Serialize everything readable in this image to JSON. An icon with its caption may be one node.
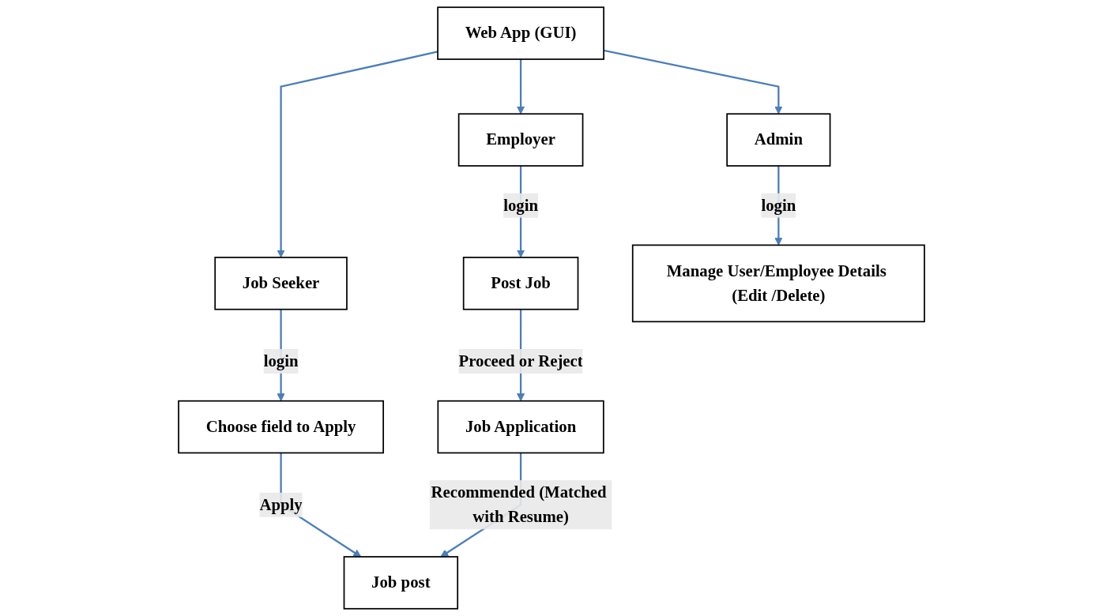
{
  "diagram": {
    "nodes": [
      {
        "text": [
          "Web App (GUI)"
        ]
      },
      {
        "text": [
          "Job Seeker"
        ]
      },
      {
        "text": [
          "Employer"
        ]
      },
      {
        "text": [
          "Admin"
        ]
      },
      {
        "text": [
          "Choose field to Apply"
        ]
      },
      {
        "text": [
          "Post Job"
        ]
      },
      {
        "text": [
          "Manage User/Employee Details (Edit /Delete)"
        ]
      },
      {
        "text": [
          "Job post"
        ]
      },
      {
        "text": [
          "Job Application"
        ]
      }
    ],
    "edges": [
      {
        "from": 0,
        "to": 1,
        "arrow": "to"
      },
      {
        "from": 0,
        "to": 2,
        "arrow": "to"
      },
      {
        "from": 0,
        "to": 3,
        "arrow": "to"
      },
      {
        "from": 1,
        "to": 4,
        "arrow": "to",
        "label": "login"
      },
      {
        "from": 2,
        "to": 5,
        "arrow": "to",
        "label": "login"
      },
      {
        "from": 3,
        "to": 6,
        "arrow": "to",
        "label": "login"
      },
      {
        "from": 4,
        "to": 7,
        "arrow": "to",
        "label": "Apply"
      },
      {
        "from": 5,
        "to": 8,
        "arrow": "to",
        "label": "Proceed or Reject"
      },
      {
        "from": 8,
        "to": 7,
        "arrow": "to",
        "label": "Recommended (Matched with Resume)"
      }
    ]
  }
}
